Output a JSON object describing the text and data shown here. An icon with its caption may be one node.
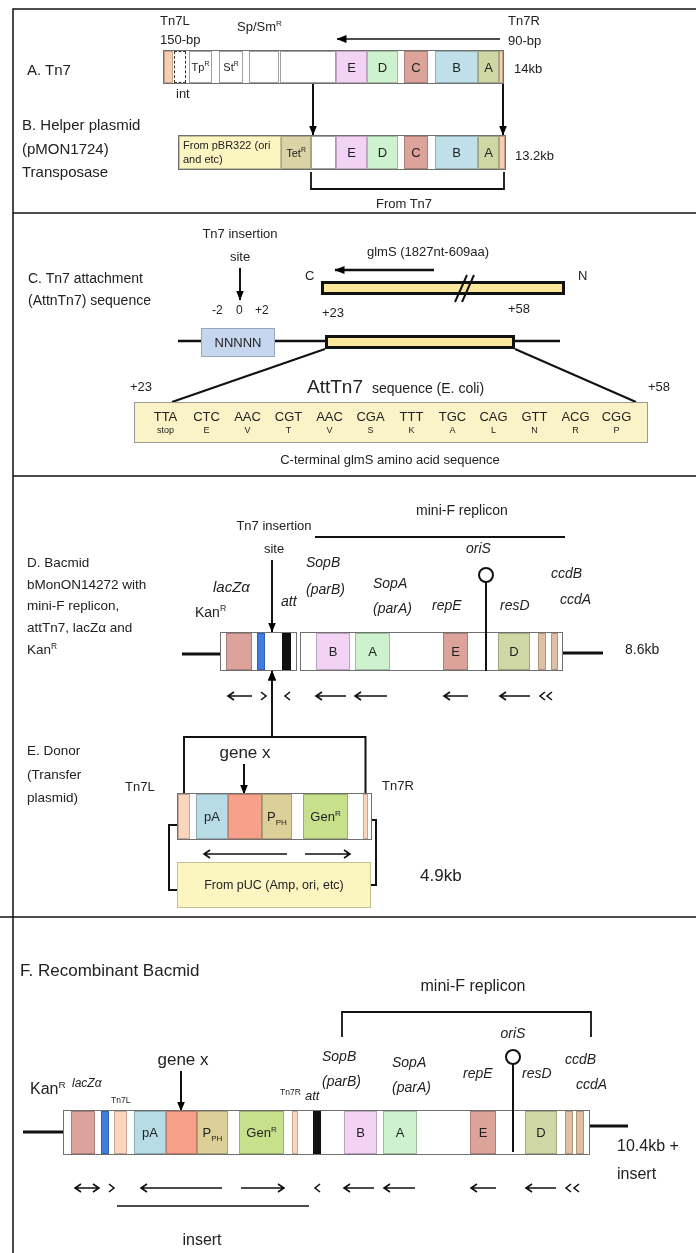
{
  "diagram": {
    "nodes": [
      {
        "text": [],
        "shape": "bar"
      },
      {
        "text": [],
        "shape": "box",
        "in": 0
      },
      {
        "text": [],
        "shape": "box",
        "in": 0,
        "beside": [
          "int"
        ]
      },
      {
        "text": [
          "Tp$^{R}$"
        ],
        "in": 0
      },
      {
        "text": [
          "St$^{R}$"
        ],
        "in": 0
      },
      {
        "text": [],
        "shape": "box",
        "in": 0
      },
      {
        "text": [],
        "shape": "box",
        "in": 0
      },
      {
        "text": [
          "E"
        ],
        "in": 0
      },
      {
        "text": [
          "D"
        ],
        "in": 0
      },
      {
        "text": [
          "C"
        ],
        "in": 0
      },
      {
        "text": [
          "B"
        ],
        "in": 0
      },
      {
        "text": [
          "A"
        ],
        "in": 0
      },
      {
        "text": [],
        "shape": "box",
        "in": 0
      },
      {
        "text": [],
        "shape": "bar"
      },
      {
        "text": [
          "From pBR322 (ori and etc)"
        ],
        "in": 13
      },
      {
        "text": [
          "Tet$^{R}$"
        ],
        "in": 13
      },
      {
        "text": [],
        "shape": "box",
        "in": 13
      },
      {
        "text": [
          "E"
        ],
        "in": 13
      },
      {
        "text": [
          "D"
        ],
        "in": 13
      },
      {
        "text": [
          "C"
        ],
        "in": 13
      },
      {
        "text": [
          "B"
        ],
        "in": 13
      },
      {
        "text": [
          "A"
        ],
        "in": 13
      },
      {
        "text": [],
        "shape": "box",
        "in": 13
      },
      {
        "text": [
          "Tn7 insertion site"
        ]
      },
      {
        "text": [],
        "shape": "bar",
        "beside": [
          "C",
          "N"
        ]
      },
      {
        "text": [
          "NNNNN"
        ]
      },
      {
        "text": [],
        "shape": "bar"
      },
      {
        "beside": [
          "+23",
          "+58"
        ],
        "text": [
          "TTA",
          "CTC",
          "AAC",
          "CGT",
          "AAC",
          "CGA",
          "TTT",
          "TGC",
          "CAG",
          "GTT",
          "ACG",
          "CGG",
          "stop",
          "E",
          "V",
          "T",
          "V",
          "S",
          "K",
          "A",
          "L",
          "N",
          "R",
          "P"
        ]
      },
      {
        "text": [
          "Tn7 insertion site"
        ]
      },
      {
        "text": [],
        "shape": "bar"
      },
      {
        "text": [],
        "shape": "box",
        "in": 29
      },
      {
        "text": [],
        "shape": "box",
        "in": 29
      },
      {
        "text": [],
        "shape": "box",
        "in": 29
      },
      {
        "text": [],
        "shape": "bar"
      },
      {
        "text": [
          "B"
        ],
        "in": 33
      },
      {
        "text": [
          "A"
        ],
        "in": 33
      },
      {
        "text": [
          "E"
        ],
        "in": 33
      },
      {
        "text": [
          "D"
        ],
        "in": 33
      },
      {
        "text": [],
        "shape": "box",
        "in": 33
      },
      {
        "text": [],
        "shape": "box",
        "in": 33
      },
      {
        "text": [
          "gene x"
        ]
      },
      {
        "text": [],
        "shape": "bar"
      },
      {
        "text": [],
        "shape": "box",
        "in": 41
      },
      {
        "text": [
          "pA"
        ],
        "in": 41
      },
      {
        "text": [],
        "shape": "box",
        "in": 41
      },
      {
        "text": [
          "P$_{PH}$"
        ],
        "in": 41
      },
      {
        "text": [
          "Gen$^{R}$"
        ],
        "in": 41
      },
      {
        "text": [],
        "shape": "box",
        "in": 41
      },
      {
        "text": [
          "From pUC (Amp, ori, etc)"
        ]
      },
      {
        "text": [
          "gene x"
        ]
      },
      {
        "text": [],
        "shape": "bar"
      },
      {
        "text": [],
        "shape": "box",
        "in": 50
      },
      {
        "text": [],
        "shape": "box",
        "in": 50
      },
      {
        "text": [],
        "shape": "box",
        "in": 50
      },
      {
        "text": [
          "pA"
        ],
        "in": 50
      },
      {
        "text": [],
        "shape": "box",
        "in": 50
      },
      {
        "text": [
          "P$_{PH}$"
        ],
        "in": 50
      },
      {
        "text": [
          "Gen$^{R}$"
        ],
        "in": 50
      },
      {
        "text": [],
        "shape": "box",
        "in": 50
      },
      {
        "text": [],
        "shape": "box",
        "in": 50
      },
      {
        "text": [
          "B"
        ],
        "in": 50
      },
      {
        "text": [
          "A"
        ],
        "in": 50
      },
      {
        "text": [
          "E"
        ],
        "in": 50
      },
      {
        "text": [
          "D"
        ],
        "in": 50
      },
      {
        "text": [],
        "shape": "box",
        "in": 50
      },
      {
        "text": [],
        "shape": "box",
        "in": 50
      }
    ],
    "edges": [
      {
        "from": 0,
        "to": 13,
        "arrow": "to"
      },
      {
        "from": 0,
        "to": 13,
        "arrow": "to"
      },
      {
        "from": 23,
        "to": 25,
        "arrow": "to"
      },
      {
        "from": 26,
        "to": 27,
        "arrow": "none"
      },
      {
        "from": 26,
        "to": 27,
        "arrow": "none"
      },
      {
        "from": 28,
        "to": 29,
        "arrow": "to"
      },
      {
        "from": 42,
        "to": 29,
        "arrow": "to"
      },
      {
        "from": 40,
        "to": 44,
        "arrow": "to"
      },
      {
        "from": 41,
        "to": 48,
        "arrow": "none"
      },
      {
        "from": 41,
        "to": 48,
        "arrow": "none"
      },
      {
        "from": 49,
        "to": 55,
        "arrow": "to"
      },
      {
        "from": 47,
        "to": 29,
        "arrow": "to"
      }
    ],
    "labels": [
      "Tn7L 150-bp",
      "Sp/Sm$^{R}$",
      "Tn7R 90-bp",
      "A. Tn7",
      "14kb",
      "B. Helper plasmid (pMON1724) Transposase",
      "13.2kb",
      "From Tn7",
      "C.  Tn7 attachment (AttnTn7) sequence",
      "glmS (1827nt-609aa)",
      "-2",
      "0",
      "+2",
      "+23",
      "+58",
      "AttTn7",
      "sequence (E. coli)",
      "C-terminal glmS amino acid sequence",
      "mini-F replicon",
      "D. Bacmid bMonON14272 with mini-F replicon, attTn7, lacZα and Kan$^{R}$",
      "SopB (parB)",
      "lacZα",
      "SopA (parA)",
      "repE",
      "oriS",
      "att",
      "resD",
      "ccdB",
      "Kan$^{R}$",
      "ccdA",
      "8.6kb",
      "E. Donor (Transfer plasmid)",
      "Tn7L",
      "Tn7R",
      "4.9kb",
      "F. Recombinant Bacmid",
      "mini-F replicon",
      "oriS",
      "SopB (parB)",
      "SopA (parA)",
      "repE",
      "resD",
      "ccdB",
      "Kan$^{R}$",
      "lacZα",
      "ccdA",
      "Tn7L",
      "Tn7R",
      "att",
      "10.4kb + insert",
      "insert"
    ]
  }
}
